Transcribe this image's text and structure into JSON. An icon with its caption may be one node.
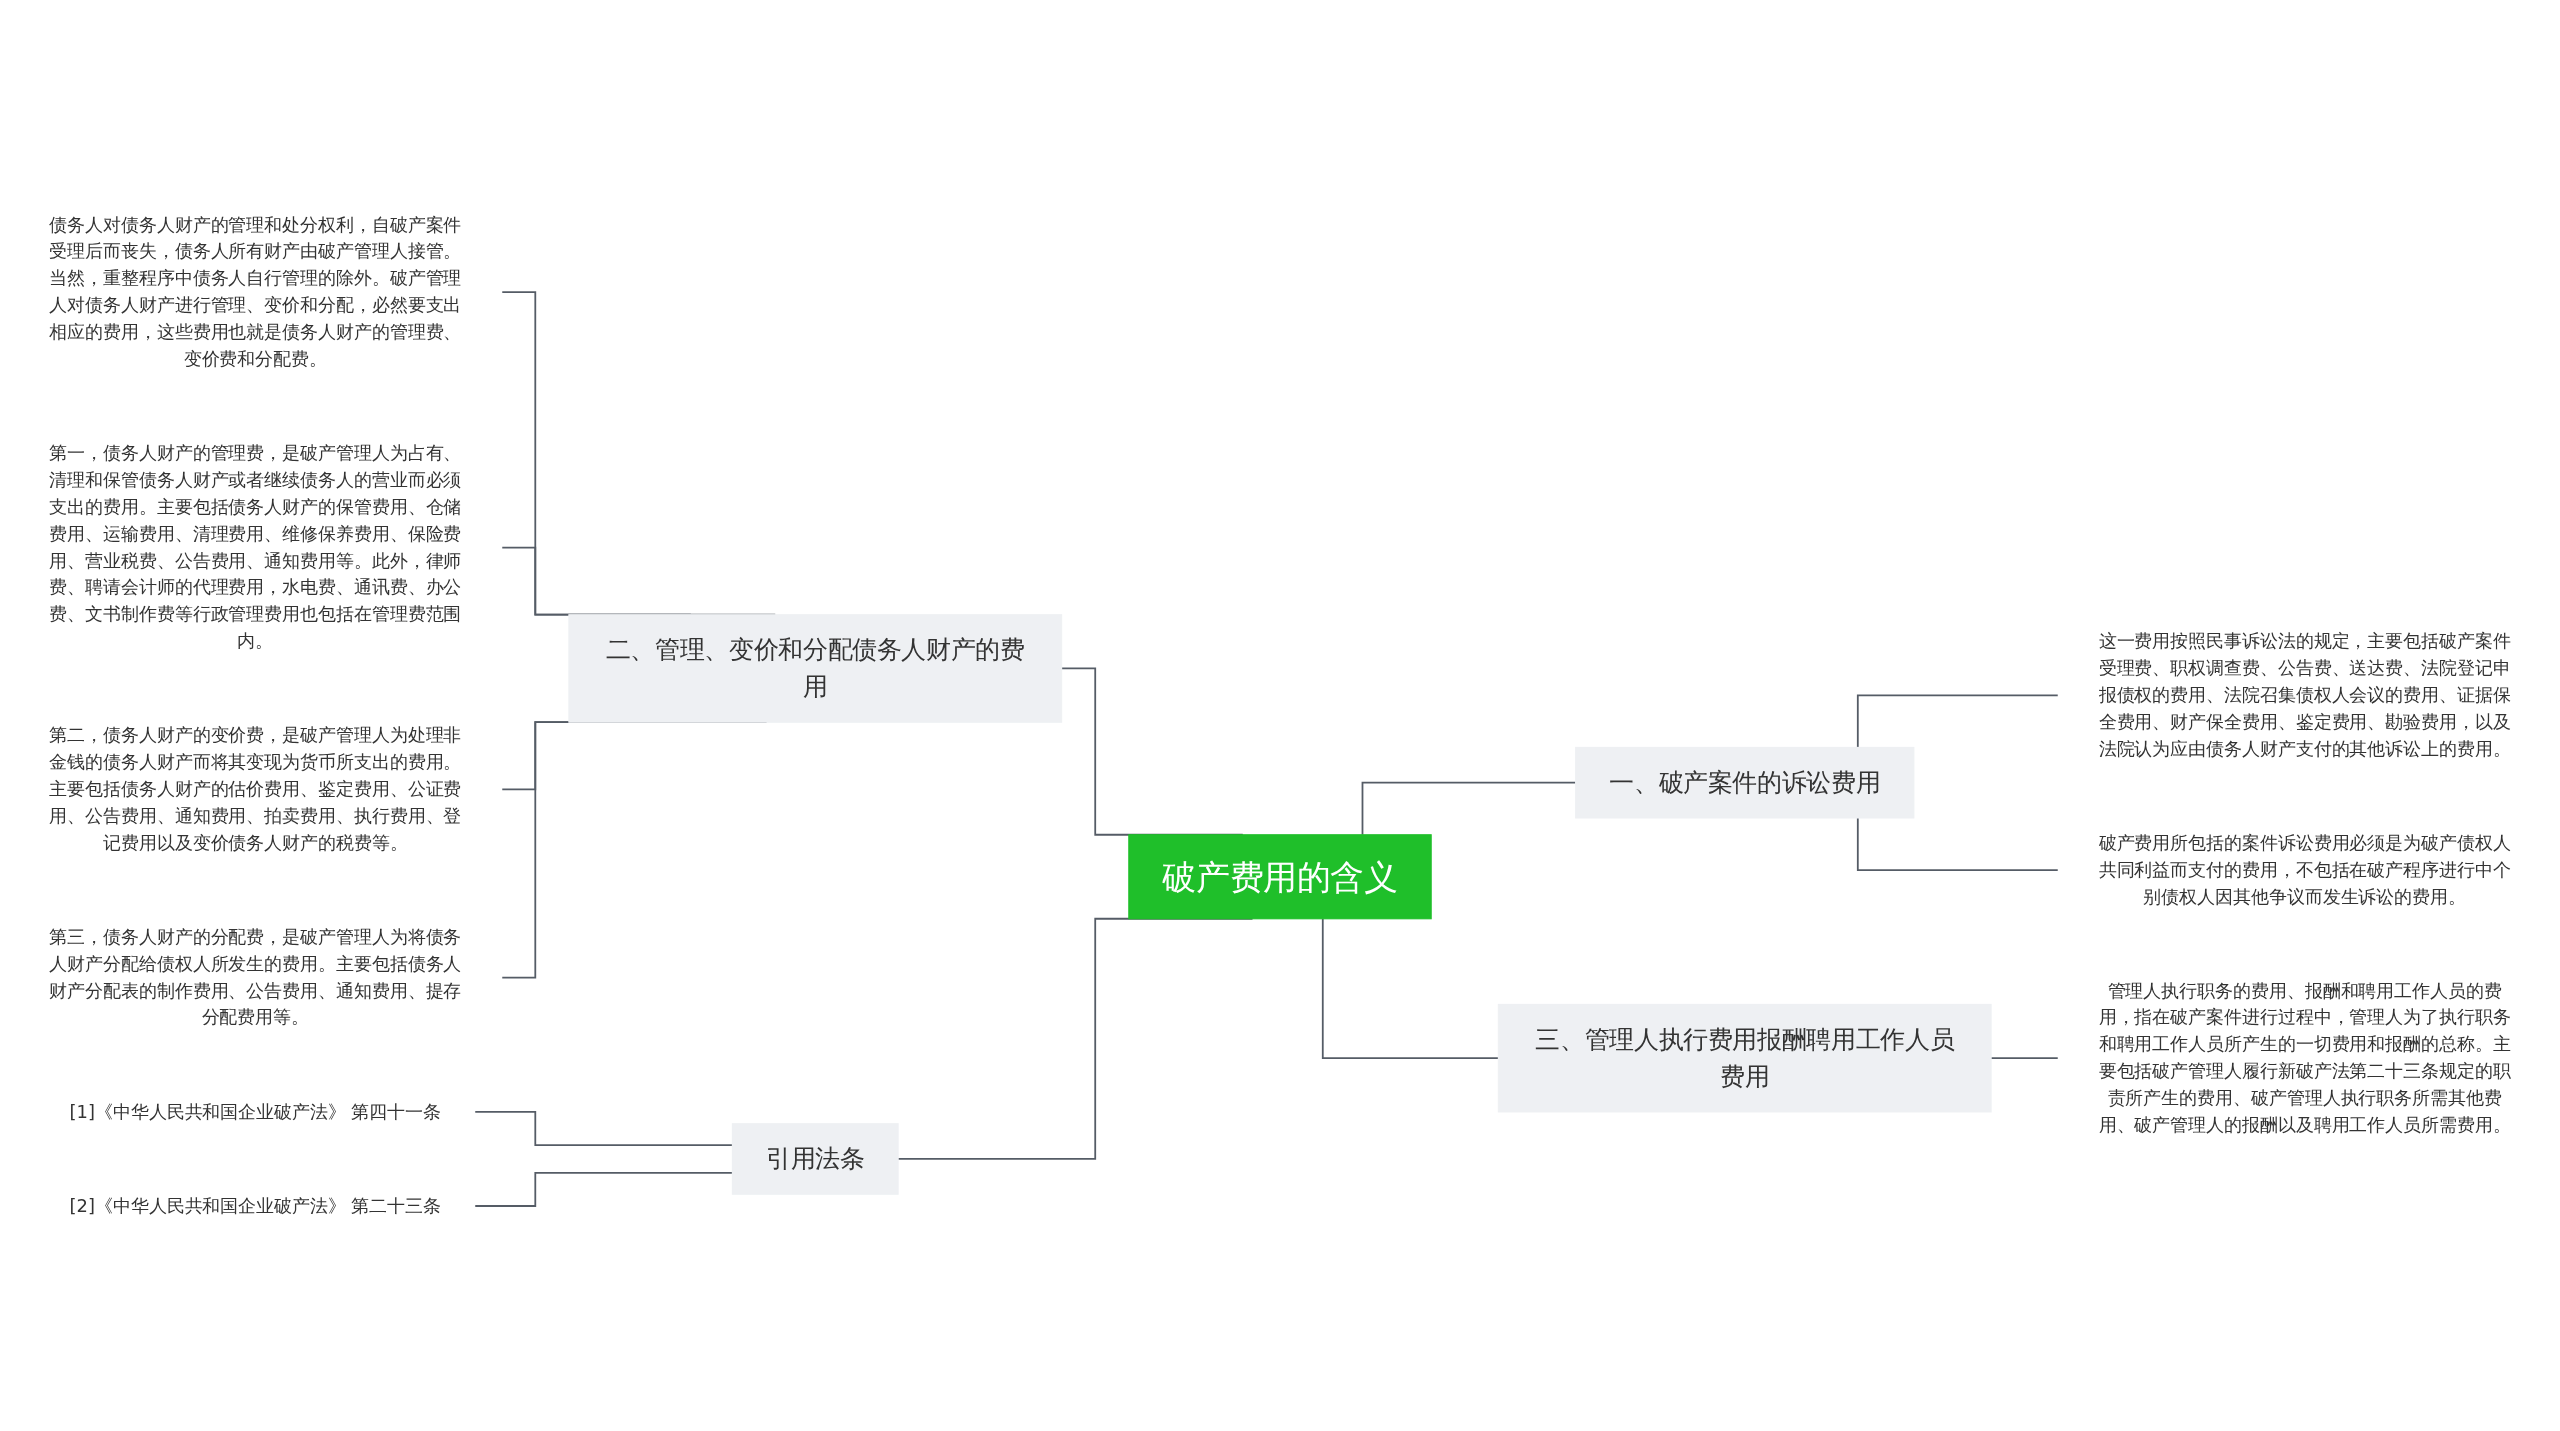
{
  "diagram": {
    "nodes": [
      {
        "text": [
          "破产费用的含义"
        ]
      },
      {
        "text": [
          "二、管理、变价和分配债务人财产的费用"
        ]
      },
      {
        "text": [
          "债务人对债务人财产的管理和处分权利，自破产案件受理后而丧失，债务人所有财产由破产管理人接管。当然，重整程序中债务人自行管理的除外。破产管理人对债务人财产进行管理、变价和分配，必然要支出相应的费用，这些费用也就是债务人财产的管理费、变价费和分配费。"
        ]
      },
      {
        "text": [
          "第一，债务人财产的管理费，是破产管理人为占有、清理和保管债务人财产或者继续债务人的营业而必须支出的费用。主要包括债务人财产的保管费用、仓储费用、运输费用、清理费用、维修保养费用、保险费用、营业税费、公告费用、通知费用等。此外，律师费、聘请会计师的代理费用，水电费、通讯费、办公费、文书制作费等行政管理费用也包括在管理费范围内。"
        ]
      },
      {
        "text": [
          "第二，债务人财产的变价费，是破产管理人为处理非金钱的债务人财产而将其变现为货币所支出的费用。主要包括债务人财产的估价费用、鉴定费用、公证费用、公告费用、通知费用、拍卖费用、执行费用、登记费用以及变价债务人财产的税费等。"
        ]
      },
      {
        "text": [
          "第三，债务人财产的分配费，是破产管理人为将债务人财产分配给债权人所发生的费用。主要包括债务人财产分配表的制作费用、公告费用、通知费用、提存分配费用等。"
        ]
      },
      {
        "text": [
          "引用法条"
        ]
      },
      {
        "text": [
          "[1]《中华人民共和国企业破产法》 第四十一条"
        ]
      },
      {
        "text": [
          "[2]《中华人民共和国企业破产法》 第二十三条"
        ]
      },
      {
        "text": [
          "一、破产案件的诉讼费用"
        ]
      },
      {
        "text": [
          "这一费用按照民事诉讼法的规定，主要包括破产案件受理费、职权调查费、公告费、送达费、法院登记申报债权的费用、法院召集债权人会议的费用、证据保全费用、财产保全费用、鉴定费用、勘验费用，以及法院认为应由债务人财产支付的其他诉讼上的费用。"
        ]
      },
      {
        "text": [
          "破产费用所包括的案件诉讼费用必须是为破产债权人共同利益而支付的费用，不包括在破产程序进行中个别债权人因其他争议而发生诉讼的费用。"
        ]
      },
      {
        "text": [
          "三、管理人执行费用报酬聘用工作人员费用"
        ]
      },
      {
        "text": [
          "管理人执行职务的费用、报酬和聘用工作人员的费用，指在破产案件进行过程中，管理人为了执行职务和聘用工作人员所产生的一切费用和报酬的总称。主要包括破产管理人履行新破产法第二十三条规定的职责所产生的费用、破产管理人执行职务所需其他费用、破产管理人的报酬以及聘用工作人员所需费用。"
        ]
      }
    ],
    "edges": [
      {
        "from": 0,
        "to": 1,
        "arrow": "none"
      },
      {
        "from": 1,
        "to": 2,
        "arrow": "none"
      },
      {
        "from": 1,
        "to": 3,
        "arrow": "none"
      },
      {
        "from": 1,
        "to": 4,
        "arrow": "none"
      },
      {
        "from": 1,
        "to": 5,
        "arrow": "none"
      },
      {
        "from": 0,
        "to": 6,
        "arrow": "none"
      },
      {
        "from": 6,
        "to": 7,
        "arrow": "none"
      },
      {
        "from": 6,
        "to": 8,
        "arrow": "none"
      },
      {
        "from": 0,
        "to": 9,
        "arrow": "none"
      },
      {
        "from": 9,
        "to": 10,
        "arrow": "none"
      },
      {
        "from": 9,
        "to": 11,
        "arrow": "none"
      },
      {
        "from": 0,
        "to": 12,
        "arrow": "none"
      },
      {
        "from": 12,
        "to": 13,
        "arrow": "none"
      }
    ]
  }
}
